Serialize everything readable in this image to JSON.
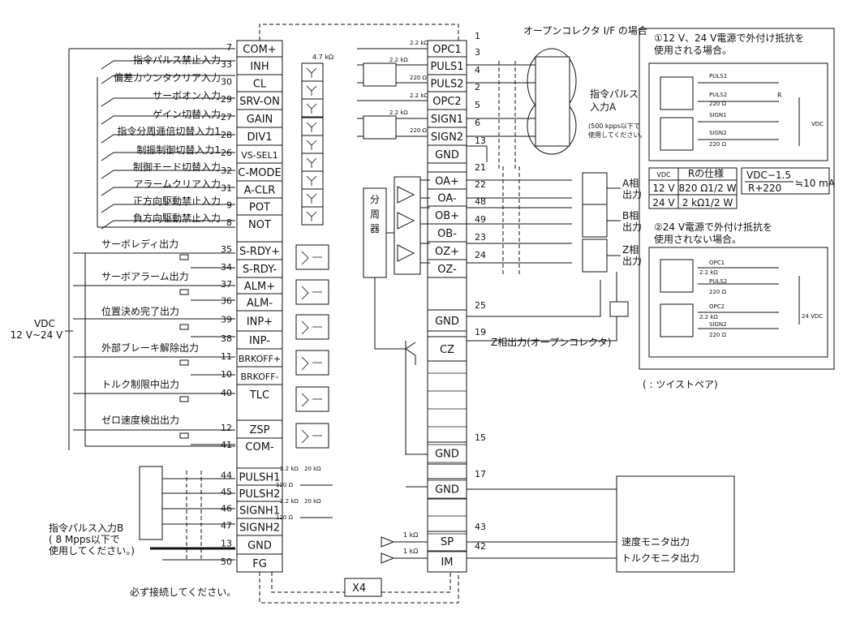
{
  "left_terminals": [
    {
      "label": "COM+",
      "pin": "7"
    },
    {
      "label": "INH",
      "pin": "33"
    },
    {
      "label": "CL",
      "pin": "30"
    },
    {
      "label": "SRV-ON",
      "pin": "29"
    },
    {
      "label": "GAIN",
      "pin": "27"
    },
    {
      "label": "DIV1",
      "pin": "28"
    },
    {
      "label": "VS-SEL1",
      "pin": "26"
    },
    {
      "label": "C-MODE",
      "pin": "32"
    },
    {
      "label": "A-CLR",
      "pin": "31"
    },
    {
      "label": "POT",
      "pin": "9"
    },
    {
      "label": "NOT",
      "pin": "8"
    },
    {
      "label": "S-RDY+",
      "pin": "35"
    },
    {
      "label": "S-RDY-",
      "pin": "34"
    },
    {
      "label": "ALM+",
      "pin": "37"
    },
    {
      "label": "ALM-",
      "pin": "36"
    },
    {
      "label": "INP+",
      "pin": "39"
    },
    {
      "label": "INP-",
      "pin": "38"
    },
    {
      "label": "BRKOFF+",
      "pin": "11"
    },
    {
      "label": "BRKOFF-",
      "pin": "10"
    },
    {
      "label": "TLC",
      "pin": "40"
    },
    {
      "label": "ZSP",
      "pin": "12"
    },
    {
      "label": "COM-",
      "pin": "41"
    },
    {
      "label": "PULSH1",
      "pin": "44"
    },
    {
      "label": "PULSH2",
      "pin": "45"
    },
    {
      "label": "SIGNH1",
      "pin": "46"
    },
    {
      "label": "SIGNH2",
      "pin": "47"
    },
    {
      "label": "GND",
      "pin": "13"
    },
    {
      "label": "FG",
      "pin": "50"
    }
  ],
  "input_labels": [
    "指令パルス禁止入力",
    "偏差カウンタクリア入力",
    "サーボオン入力",
    "ゲイン切替入力",
    "指令分周逓倍切替入力1",
    "制振制御切替入力1",
    "制御モード切替入力",
    "アラームクリア入力",
    "正方向駆動禁止入力",
    "負方向駆動禁止入力"
  ],
  "output_labels": [
    "サーボレディ出力",
    "サーボアラーム出力",
    "位置決め完了出力",
    "外部ブレーキ解除出力",
    "トルク制限中出力",
    "ゼロ速度検出出力"
  ],
  "right_terminals": [
    {
      "label": "OPC1",
      "pin": "1"
    },
    {
      "label": "PULS1",
      "pin": "3"
    },
    {
      "label": "PULS2",
      "pin": "4"
    },
    {
      "label": "OPC2",
      "pin": "2"
    },
    {
      "label": "SIGN1",
      "pin": "5"
    },
    {
      "label": "SIGN2",
      "pin": "6"
    },
    {
      "label": "GND",
      "pin": "13"
    },
    {
      "label": "OA+",
      "pin": "21"
    },
    {
      "label": "OA-",
      "pin": "22"
    },
    {
      "label": "OB+",
      "pin": "48"
    },
    {
      "label": "OB-",
      "pin": "49"
    },
    {
      "label": "OZ+",
      "pin": "23"
    },
    {
      "label": "OZ-",
      "pin": "24"
    },
    {
      "label": "GND",
      "pin": "25"
    },
    {
      "label": "CZ",
      "pin": "19"
    },
    {
      "label": "GND",
      "pin": "15"
    },
    {
      "label": "GND",
      "pin": "17"
    },
    {
      "label": "SP",
      "pin": "43"
    },
    {
      "label": "IM",
      "pin": "42"
    }
  ],
  "annotations": {
    "r47k": "4.7 kΩ",
    "r22k": "2.2 kΩ",
    "r220": "220 Ω",
    "r20k": "20 kΩ",
    "r120": "120 Ω",
    "r1k": "1 kΩ",
    "open_collector": "オープンコレクタ I/F の場合",
    "pulse_in_a": "指令パルス\n入力A",
    "pulse_in_a_note": "(500 kpps以下で\n使用してください。",
    "divider": "分\n周\n器",
    "a_out": "A相\n出力",
    "b_out": "B相\n出力",
    "z_out": "Z相\n出力",
    "z_oc": "Z相出力(オープンコレクタ)",
    "vdc": "VDC",
    "vdc_range": "12 V~24 V",
    "pulse_in_b": "指令パルス入力B",
    "pulse_in_b_note": "( 8 Mpps以下で\n使用してください。)",
    "must_connect": "必ず接続してください。",
    "x4": "X4",
    "speed_mon": "速度モニタ出力",
    "torque_mon": "トルクモニタ出力",
    "twist_pair": "(   : ツイストペア)",
    "case1": "①12 V、24 V電源で外付け抵抗を\n使用される場合。",
    "case2": "②24 V電源で外付け抵抗を\n使用されない場合。",
    "r_label": "R",
    "vdc_small": "VDC",
    "v24dc": "24 VDC",
    "formula_num": "VDC−1.5",
    "formula_den": "R+220",
    "formula_res": "≒10 mA"
  },
  "resistor_table": {
    "headers": [
      "VDC",
      "Rの仕様"
    ],
    "rows": [
      [
        "12 V",
        "820 Ω1/2 W"
      ],
      [
        "24 V",
        "2 kΩ1/2 W"
      ]
    ]
  },
  "inset_labels": [
    "PULS1",
    "PULS2",
    "SIGN1",
    "SIGN2",
    "OPC1",
    "OPC2",
    "220 Ω",
    "2.2 kΩ"
  ]
}
